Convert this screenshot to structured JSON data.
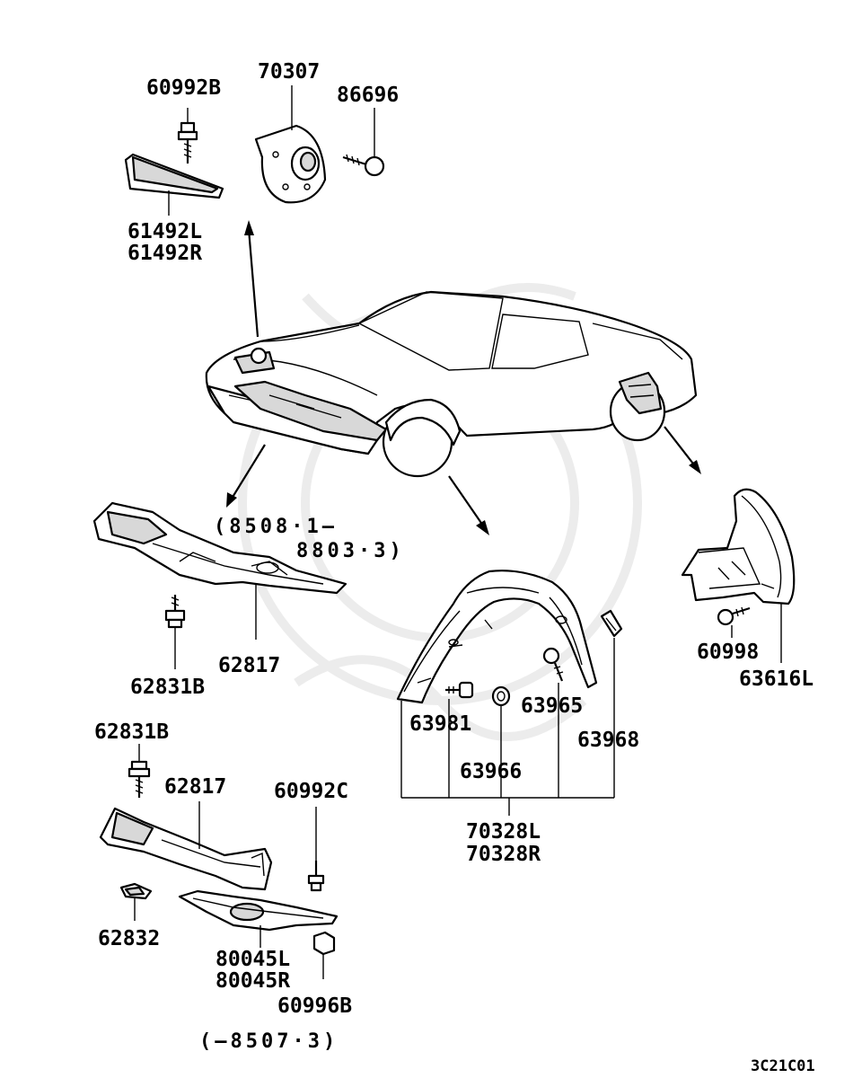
{
  "labels": {
    "p60992B": "60992B",
    "p70307": "70307",
    "p86696": "86696",
    "p61492L": "61492L",
    "p61492R": "61492R",
    "date1a": "(8508·1–",
    "date1b": "8803·3)",
    "p62831B_top": "62831B",
    "p62817_top": "62817",
    "p62831B_bot": "62831B",
    "p62817_bot": "62817",
    "p60992C": "60992C",
    "p62832": "62832",
    "p80045L": "80045L",
    "p80045R": "80045R",
    "p60996B": "60996B",
    "date2": "(–8507·3)",
    "p63981": "63981",
    "p63965": "63965",
    "p63968": "63968",
    "p63966": "63966",
    "p70328L": "70328L",
    "p70328R": "70328R",
    "p60998": "60998",
    "p63616L": "63616L",
    "code": "3C21C01"
  }
}
